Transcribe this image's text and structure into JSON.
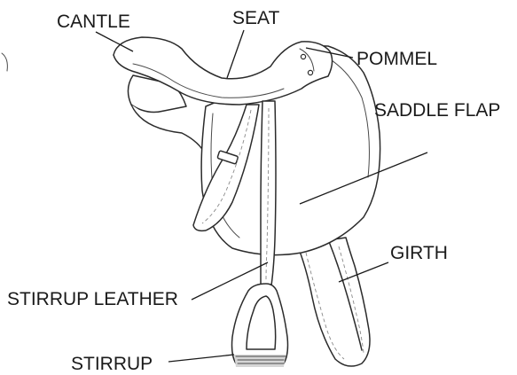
{
  "labels": {
    "cantle": "CANTLE",
    "seat": "SEAT",
    "pommel": "POMMEL",
    "saddle_flap": "SADDLE FLAP",
    "girth": "GIRTH",
    "stirrup_leather": "STIRRUP LEATHER",
    "stirrup": "STIRRUP"
  }
}
